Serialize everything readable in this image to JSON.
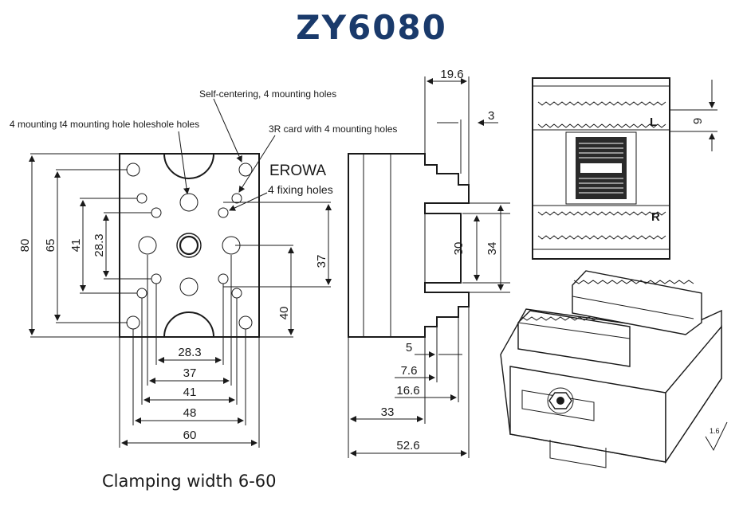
{
  "title": "ZY6080",
  "footer": "Clamping width 6-60",
  "colors": {
    "title": "#1a3a6b",
    "ink": "#1a1a1a"
  },
  "annotations": {
    "self_centering": "Self-centering, 4 mounting holes",
    "mounting_t4": "4 mounting t4 mounting hole holeshole holes",
    "card_3r": "3R card with 4 mounting holes",
    "erowa": "EROWA",
    "fixing": "4 fixing holes"
  },
  "front_view": {
    "height_outer": "80",
    "height_65": "65",
    "height_41": "41",
    "height_28_3": "28.3",
    "height_37": "37",
    "height_40": "40",
    "width_28_3": "28.3",
    "width_37": "37",
    "width_41": "41",
    "width_48": "48",
    "width_60": "60"
  },
  "side_view": {
    "top_19_6": "19.6",
    "top_3": "3",
    "right_30": "30",
    "right_34": "34",
    "bottom_5": "5",
    "bottom_7_6": "7.6",
    "bottom_16_6": "16.6",
    "bottom_33": "33",
    "bottom_52_6": "52.6"
  },
  "top_view": {
    "dim_9": "9",
    "label_L": "L",
    "label_R": "R"
  },
  "iso_view": {
    "roughness": "1.6"
  }
}
